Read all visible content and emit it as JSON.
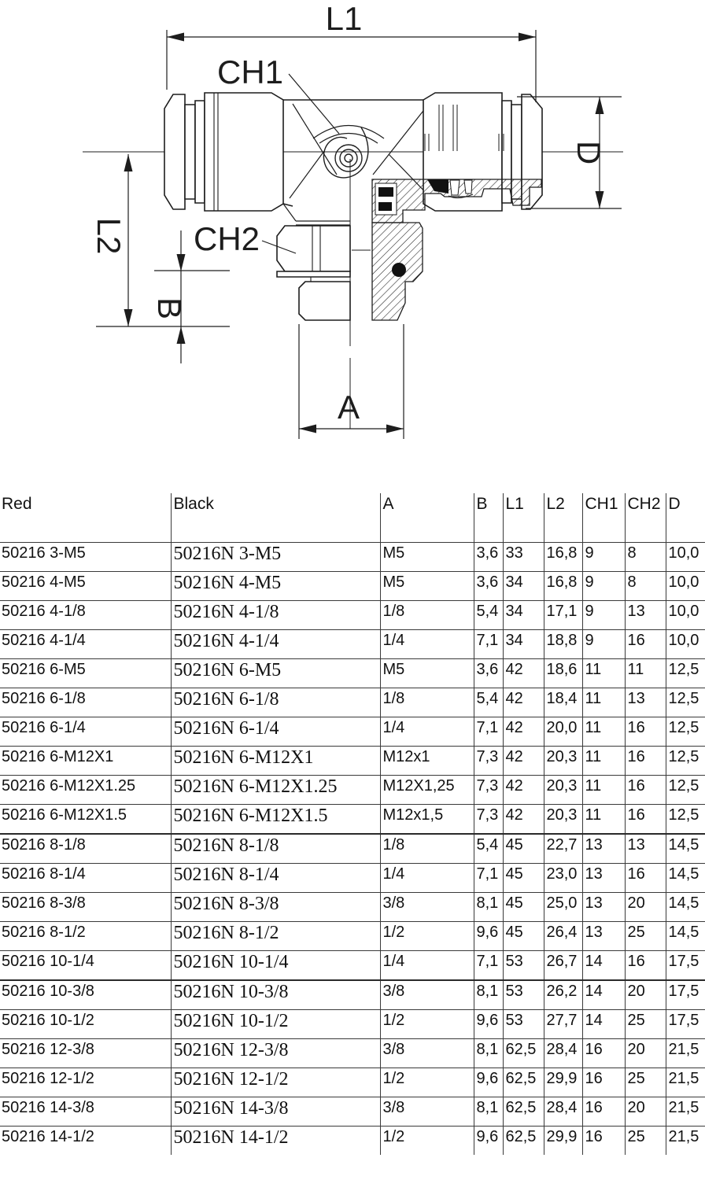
{
  "colors": {
    "line": "#1d1d1d",
    "table_border": "#3a3a3a",
    "background": "#ffffff"
  },
  "drawing": {
    "labels": {
      "l1": "L1",
      "ch1": "CH1",
      "l2": "L2",
      "ch2": "CH2",
      "b": "B",
      "a": "A",
      "d": "D"
    }
  },
  "table": {
    "headers": [
      "Red",
      "Black",
      "A",
      "B",
      "L1",
      "L2",
      "CH1",
      "CH2",
      "D"
    ],
    "group_break_rows": [
      10,
      15
    ],
    "rows": [
      [
        "50216 3-M5",
        "50216N 3-M5",
        "M5",
        "3,6",
        "33",
        "16,8",
        "9",
        "8",
        "10,0"
      ],
      [
        "50216 4-M5",
        "50216N 4-M5",
        "M5",
        "3,6",
        "34",
        "16,8",
        "9",
        "8",
        "10,0"
      ],
      [
        "50216 4-1/8",
        "50216N 4-1/8",
        "1/8",
        "5,4",
        "34",
        "17,1",
        "9",
        "13",
        "10,0"
      ],
      [
        "50216 4-1/4",
        "50216N 4-1/4",
        "1/4",
        "7,1",
        "34",
        "18,8",
        "9",
        "16",
        "10,0"
      ],
      [
        "50216 6-M5",
        "50216N 6-M5",
        "M5",
        "3,6",
        "42",
        "18,6",
        "11",
        "11",
        "12,5"
      ],
      [
        "50216 6-1/8",
        "50216N 6-1/8",
        "1/8",
        "5,4",
        "42",
        "18,4",
        "11",
        "13",
        "12,5"
      ],
      [
        "50216 6-1/4",
        "50216N 6-1/4",
        "1/4",
        "7,1",
        "42",
        "20,0",
        "11",
        "16",
        "12,5"
      ],
      [
        "50216 6-M12X1",
        "50216N 6-M12X1",
        "M12x1",
        "7,3",
        "42",
        "20,3",
        "11",
        "16",
        "12,5"
      ],
      [
        "50216 6-M12X1.25",
        "50216N 6-M12X1.25",
        "M12X1,25",
        "7,3",
        "42",
        "20,3",
        "11",
        "16",
        "12,5"
      ],
      [
        "50216 6-M12X1.5",
        "50216N 6-M12X1.5",
        "M12x1,5",
        "7,3",
        "42",
        "20,3",
        "11",
        "16",
        "12,5"
      ],
      [
        "50216 8-1/8",
        "50216N 8-1/8",
        "1/8",
        "5,4",
        "45",
        "22,7",
        "13",
        "13",
        "14,5"
      ],
      [
        "50216 8-1/4",
        "50216N 8-1/4",
        "1/4",
        "7,1",
        "45",
        "23,0",
        "13",
        "16",
        "14,5"
      ],
      [
        "50216 8-3/8",
        "50216N 8-3/8",
        "3/8",
        "8,1",
        "45",
        "25,0",
        "13",
        "20",
        "14,5"
      ],
      [
        "50216 8-1/2",
        "50216N 8-1/2",
        "1/2",
        "9,6",
        "45",
        "26,4",
        "13",
        "25",
        "14,5"
      ],
      [
        "50216 10-1/4",
        "50216N 10-1/4",
        "1/4",
        "7,1",
        "53",
        "26,7",
        "14",
        "16",
        "17,5"
      ],
      [
        "50216 10-3/8",
        "50216N 10-3/8",
        "3/8",
        "8,1",
        "53",
        "26,2",
        "14",
        "20",
        "17,5"
      ],
      [
        "50216 10-1/2",
        "50216N 10-1/2",
        "1/2",
        "9,6",
        "53",
        "27,7",
        "14",
        "25",
        "17,5"
      ],
      [
        "50216 12-3/8",
        "50216N 12-3/8",
        "3/8",
        "8,1",
        "62,5",
        "28,4",
        "16",
        "20",
        "21,5"
      ],
      [
        "50216 12-1/2",
        "50216N 12-1/2",
        "1/2",
        "9,6",
        "62,5",
        "29,9",
        "16",
        "25",
        "21,5"
      ],
      [
        "50216 14-3/8",
        "50216N 14-3/8",
        "3/8",
        "8,1",
        "62,5",
        "28,4",
        "16",
        "20",
        "21,5"
      ],
      [
        "50216 14-1/2",
        "50216N 14-1/2",
        "1/2",
        "9,6",
        "62,5",
        "29,9",
        "16",
        "25",
        "21,5"
      ]
    ]
  }
}
